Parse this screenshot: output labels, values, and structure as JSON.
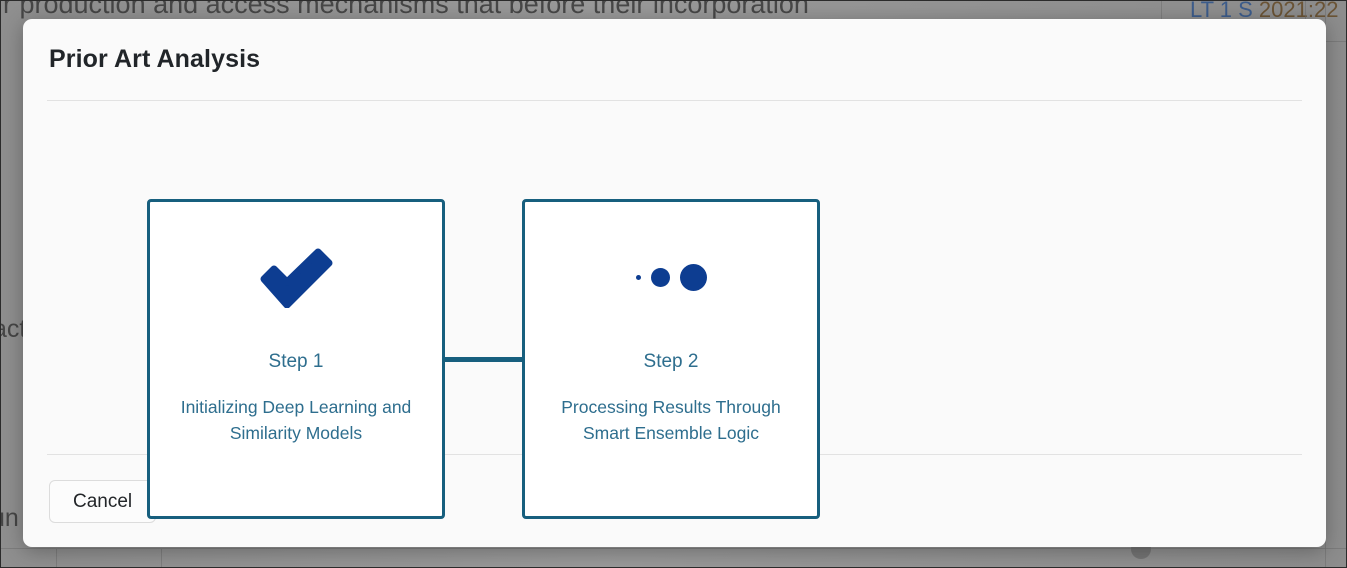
{
  "background": {
    "line1": "r                    production and  access  mechanisms  that  before  their  incorporation",
    "line2": "act",
    "line3": "un",
    "meta_primary": "LT  1  S",
    "meta_secondary": "2021:22"
  },
  "modal": {
    "title": "Prior Art Analysis",
    "steps": [
      {
        "icon": "check-icon",
        "label": "Step 1",
        "description": "Initializing Deep Learning and Similarity Models",
        "state": "completed"
      },
      {
        "icon": "loading-dots-icon",
        "label": "Step 2",
        "description": "Processing Results Through Smart Ensemble Logic",
        "state": "in-progress"
      }
    ],
    "footer": {
      "cancel_label": "Cancel"
    },
    "colors": {
      "card_border": "#175f7e",
      "step_text": "#2e6e8e",
      "icon_blue": "#0d3d91",
      "modal_background": "#fafafa",
      "title_text": "#212529"
    }
  }
}
